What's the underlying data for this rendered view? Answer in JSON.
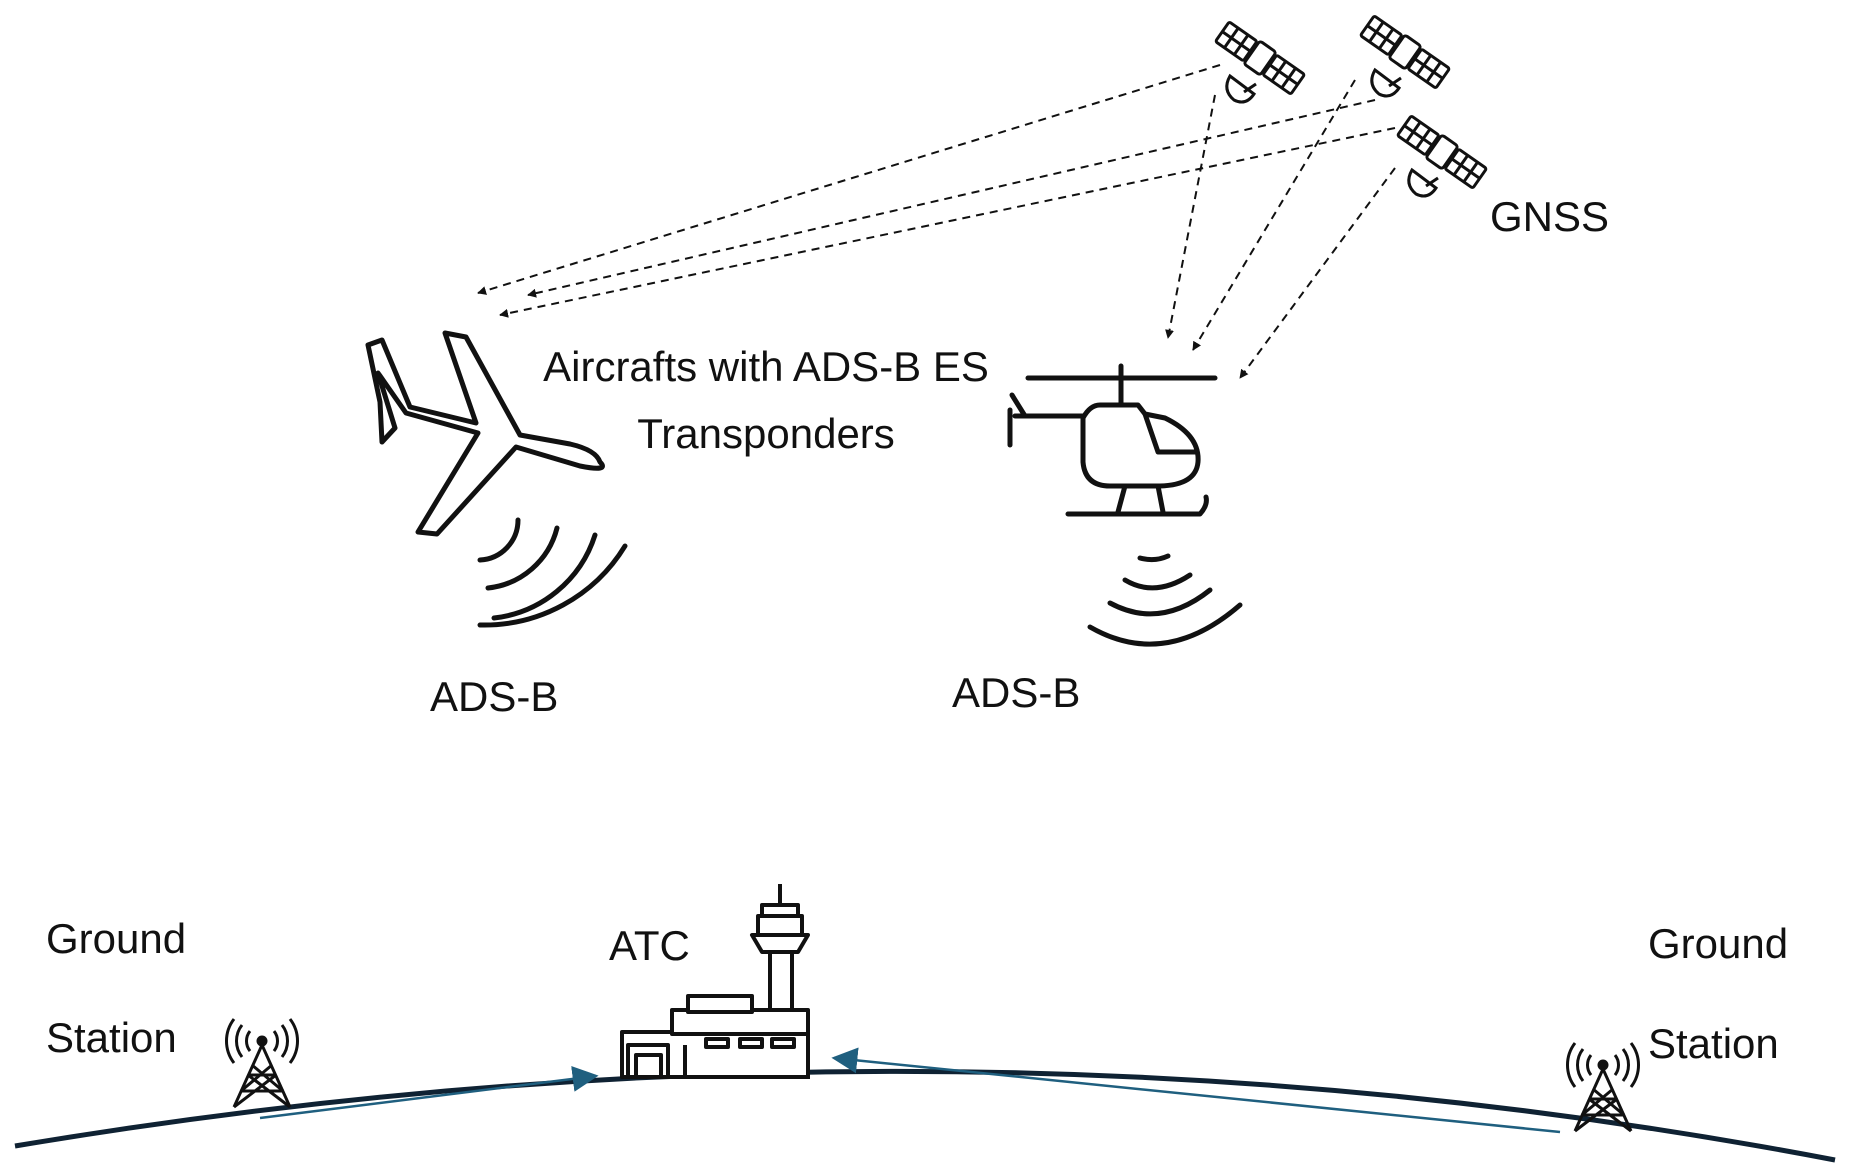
{
  "labels": {
    "gnss": "GNSS",
    "aircraft_line1": "Aircrafts with ADS-B ES",
    "aircraft_line2": "Transponders",
    "adsb_plane": "ADS-B",
    "adsb_heli": "ADS-B",
    "atc": "ATC",
    "ground_left_line1": "Ground",
    "ground_left_line2": "Station",
    "ground_right_line1": "Ground",
    "ground_right_line2": "Station"
  },
  "colors": {
    "ink": "#111111",
    "earth": "#0f2233",
    "uplink": "#1f5f7f"
  },
  "icons": {
    "satellites": [
      "satellite-icon",
      "satellite-icon",
      "satellite-icon"
    ],
    "airplane": "airplane-icon",
    "helicopter": "helicopter-icon",
    "tower": "atc-tower-icon",
    "antennas": [
      "radio-tower-icon",
      "radio-tower-icon"
    ]
  }
}
